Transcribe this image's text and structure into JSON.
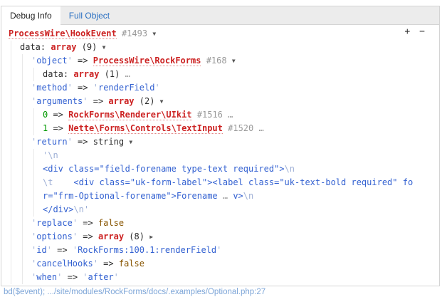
{
  "tabs": [
    {
      "label": "Debug Info",
      "active": true
    },
    {
      "label": "Full Object",
      "active": false
    }
  ],
  "controls": {
    "expand_all": "+",
    "collapse_all": "−"
  },
  "caption": "bd($event); .../site/modules/RockForms/docs/.examples/Optional.php:27",
  "dump": {
    "lines": [
      {
        "level": 0,
        "tokens": [
          {
            "t": "cls",
            "v": "ProcessWire\\HookEvent"
          },
          {
            "t": "plain",
            "v": " "
          },
          {
            "t": "hash",
            "v": "#1493"
          },
          {
            "t": "plain",
            "v": " "
          },
          {
            "t": "tog",
            "v": "▼"
          }
        ]
      },
      {
        "level": 1,
        "tokens": [
          {
            "t": "plain",
            "v": "data: "
          },
          {
            "t": "arr",
            "v": "array"
          },
          {
            "t": "plain",
            "v": " (9) "
          },
          {
            "t": "tog",
            "v": "▼"
          }
        ]
      },
      {
        "level": 2,
        "tokens": [
          {
            "t": "q",
            "v": "'"
          },
          {
            "t": "str",
            "v": "object"
          },
          {
            "t": "q",
            "v": "'"
          },
          {
            "t": "plain",
            "v": " => "
          },
          {
            "t": "cls",
            "v": "ProcessWire\\RockForms"
          },
          {
            "t": "plain",
            "v": " "
          },
          {
            "t": "hash",
            "v": "#168"
          },
          {
            "t": "plain",
            "v": " "
          },
          {
            "t": "tog",
            "v": "▼"
          }
        ]
      },
      {
        "level": 3,
        "tokens": [
          {
            "t": "plain",
            "v": "data: "
          },
          {
            "t": "arr",
            "v": "array"
          },
          {
            "t": "plain",
            "v": " (1) "
          },
          {
            "t": "dots",
            "v": "…"
          }
        ]
      },
      {
        "level": 2,
        "tokens": [
          {
            "t": "q",
            "v": "'"
          },
          {
            "t": "str",
            "v": "method"
          },
          {
            "t": "q",
            "v": "'"
          },
          {
            "t": "plain",
            "v": " => "
          },
          {
            "t": "q",
            "v": "'"
          },
          {
            "t": "str",
            "v": "renderField"
          },
          {
            "t": "q",
            "v": "'"
          }
        ]
      },
      {
        "level": 2,
        "tokens": [
          {
            "t": "q",
            "v": "'"
          },
          {
            "t": "str",
            "v": "arguments"
          },
          {
            "t": "q",
            "v": "'"
          },
          {
            "t": "plain",
            "v": " => "
          },
          {
            "t": "arr",
            "v": "array"
          },
          {
            "t": "plain",
            "v": " (2) "
          },
          {
            "t": "tog",
            "v": "▼"
          }
        ]
      },
      {
        "level": 3,
        "tokens": [
          {
            "t": "num",
            "v": "0"
          },
          {
            "t": "plain",
            "v": " => "
          },
          {
            "t": "cls",
            "v": "RockForms\\Renderer\\UIkit"
          },
          {
            "t": "plain",
            "v": " "
          },
          {
            "t": "hash",
            "v": "#1516"
          },
          {
            "t": "plain",
            "v": " "
          },
          {
            "t": "dots",
            "v": "…"
          }
        ]
      },
      {
        "level": 3,
        "tokens": [
          {
            "t": "num",
            "v": "1"
          },
          {
            "t": "plain",
            "v": " => "
          },
          {
            "t": "cls",
            "v": "Nette\\Forms\\Controls\\TextInput"
          },
          {
            "t": "plain",
            "v": " "
          },
          {
            "t": "hash",
            "v": "#1520"
          },
          {
            "t": "plain",
            "v": " "
          },
          {
            "t": "dots",
            "v": "…"
          }
        ]
      },
      {
        "level": 2,
        "tokens": [
          {
            "t": "q",
            "v": "'"
          },
          {
            "t": "str",
            "v": "return"
          },
          {
            "t": "q",
            "v": "'"
          },
          {
            "t": "plain",
            "v": " => "
          },
          {
            "t": "plain",
            "v": "string "
          },
          {
            "t": "tog",
            "v": "▼"
          }
        ]
      },
      {
        "level": 3,
        "tokens": [
          {
            "t": "q",
            "v": "'"
          },
          {
            "t": "esc",
            "v": "\\n"
          }
        ]
      },
      {
        "level": 3,
        "tokens": [
          {
            "t": "str",
            "v": "<div class=\"field-forename type-text required\">"
          },
          {
            "t": "esc",
            "v": "\\n"
          }
        ]
      },
      {
        "level": 3,
        "tokens": [
          {
            "t": "esc",
            "v": "\\t"
          },
          {
            "t": "str",
            "v": "    <div class=\"uk-form-label\"><label class=\"uk-text-bold required\" fo"
          }
        ]
      },
      {
        "level": 3,
        "tokens": [
          {
            "t": "str",
            "v": "r=\"frm-Optional-forename\">Forename "
          },
          {
            "t": "dots",
            "v": "…"
          },
          {
            "t": "str",
            "v": " v>"
          },
          {
            "t": "esc",
            "v": "\\n"
          }
        ]
      },
      {
        "level": 3,
        "tokens": [
          {
            "t": "str",
            "v": "</div>"
          },
          {
            "t": "esc",
            "v": "\\n"
          },
          {
            "t": "q",
            "v": "'"
          }
        ]
      },
      {
        "level": 2,
        "tokens": [
          {
            "t": "q",
            "v": "'"
          },
          {
            "t": "str",
            "v": "replace"
          },
          {
            "t": "q",
            "v": "'"
          },
          {
            "t": "plain",
            "v": " => "
          },
          {
            "t": "bool",
            "v": "false"
          }
        ]
      },
      {
        "level": 2,
        "tokens": [
          {
            "t": "q",
            "v": "'"
          },
          {
            "t": "str",
            "v": "options"
          },
          {
            "t": "q",
            "v": "'"
          },
          {
            "t": "plain",
            "v": " => "
          },
          {
            "t": "arr",
            "v": "array"
          },
          {
            "t": "plain",
            "v": " (8) "
          },
          {
            "t": "tog",
            "v": "▶"
          }
        ]
      },
      {
        "level": 2,
        "tokens": [
          {
            "t": "q",
            "v": "'"
          },
          {
            "t": "str",
            "v": "id"
          },
          {
            "t": "q",
            "v": "'"
          },
          {
            "t": "plain",
            "v": " => "
          },
          {
            "t": "q",
            "v": "'"
          },
          {
            "t": "str",
            "v": "RockForms:100.1:renderField"
          },
          {
            "t": "q",
            "v": "'"
          }
        ]
      },
      {
        "level": 2,
        "tokens": [
          {
            "t": "q",
            "v": "'"
          },
          {
            "t": "str",
            "v": "cancelHooks"
          },
          {
            "t": "q",
            "v": "'"
          },
          {
            "t": "plain",
            "v": " => "
          },
          {
            "t": "bool",
            "v": "false"
          }
        ]
      },
      {
        "level": 2,
        "tokens": [
          {
            "t": "q",
            "v": "'"
          },
          {
            "t": "str",
            "v": "when"
          },
          {
            "t": "q",
            "v": "'"
          },
          {
            "t": "plain",
            "v": " => "
          },
          {
            "t": "q",
            "v": "'"
          },
          {
            "t": "str",
            "v": "after"
          },
          {
            "t": "q",
            "v": "'"
          }
        ]
      }
    ]
  }
}
